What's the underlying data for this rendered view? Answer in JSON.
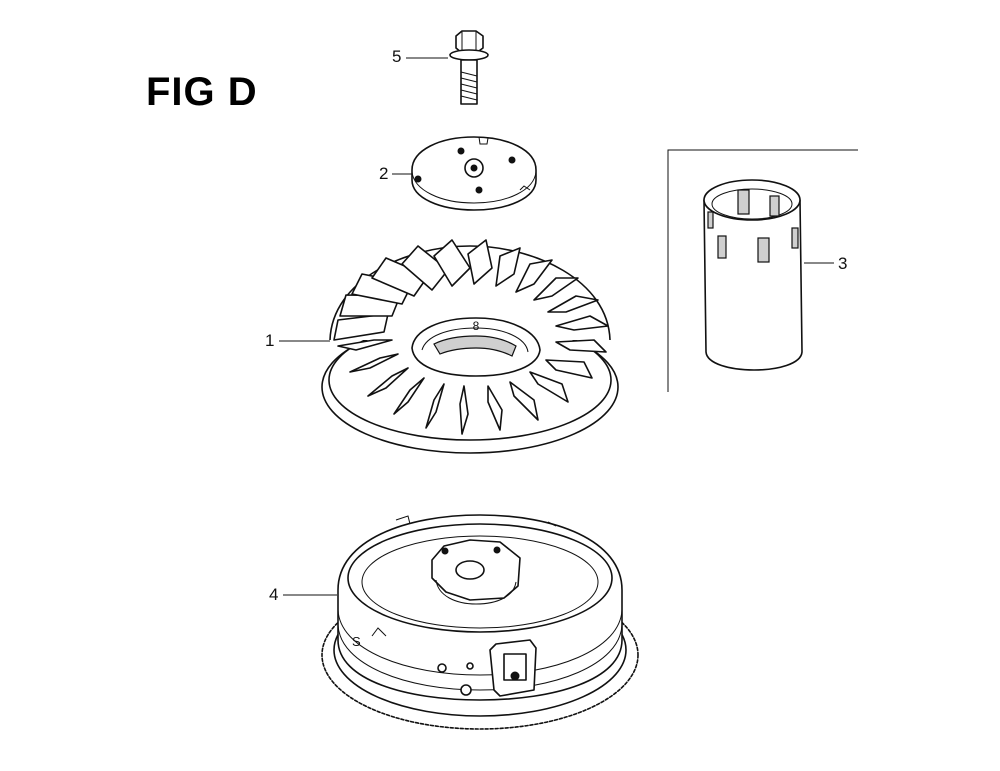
{
  "figure": {
    "title": "FIG D"
  },
  "callouts": [
    {
      "id": "1",
      "label": "1"
    },
    {
      "id": "2",
      "label": "2"
    },
    {
      "id": "3",
      "label": "3"
    },
    {
      "id": "4",
      "label": "4"
    },
    {
      "id": "5",
      "label": "5"
    }
  ],
  "fan_marking": "8",
  "flywheel_marking": "S"
}
